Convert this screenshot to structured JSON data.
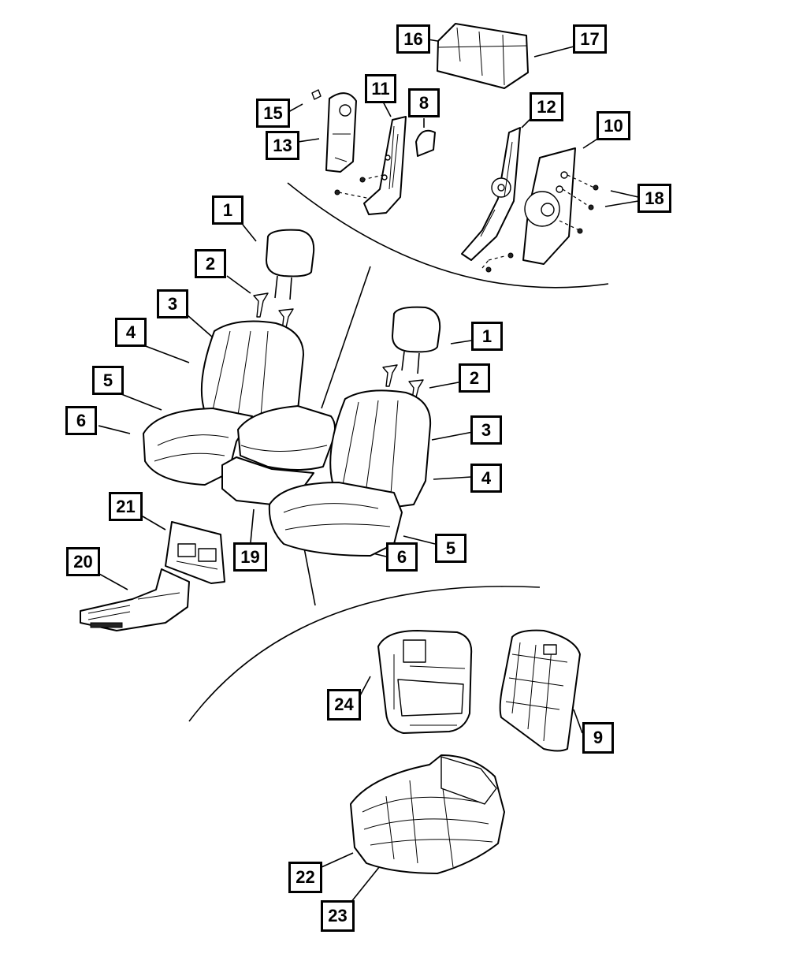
{
  "diagram": {
    "callouts": [
      {
        "id": "c1a",
        "text": "1"
      },
      {
        "id": "c2a",
        "text": "2"
      },
      {
        "id": "c3a",
        "text": "3"
      },
      {
        "id": "c4a",
        "text": "4"
      },
      {
        "id": "c5a",
        "text": "5"
      },
      {
        "id": "c6a",
        "text": "6"
      },
      {
        "id": "c1b",
        "text": "1"
      },
      {
        "id": "c2b",
        "text": "2"
      },
      {
        "id": "c3b",
        "text": "3"
      },
      {
        "id": "c4b",
        "text": "4"
      },
      {
        "id": "c5b",
        "text": "5"
      },
      {
        "id": "c6b",
        "text": "6"
      },
      {
        "id": "c8",
        "text": "8"
      },
      {
        "id": "c9",
        "text": "9"
      },
      {
        "id": "c10",
        "text": "10"
      },
      {
        "id": "c11",
        "text": "11"
      },
      {
        "id": "c12",
        "text": "12"
      },
      {
        "id": "c13",
        "text": "13"
      },
      {
        "id": "c15",
        "text": "15"
      },
      {
        "id": "c16",
        "text": "16"
      },
      {
        "id": "c17",
        "text": "17"
      },
      {
        "id": "c18",
        "text": "18"
      },
      {
        "id": "c19",
        "text": "19"
      },
      {
        "id": "c20",
        "text": "20"
      },
      {
        "id": "c21",
        "text": "21"
      },
      {
        "id": "c22",
        "text": "22"
      },
      {
        "id": "c23",
        "text": "23"
      },
      {
        "id": "c24",
        "text": "24"
      }
    ]
  }
}
